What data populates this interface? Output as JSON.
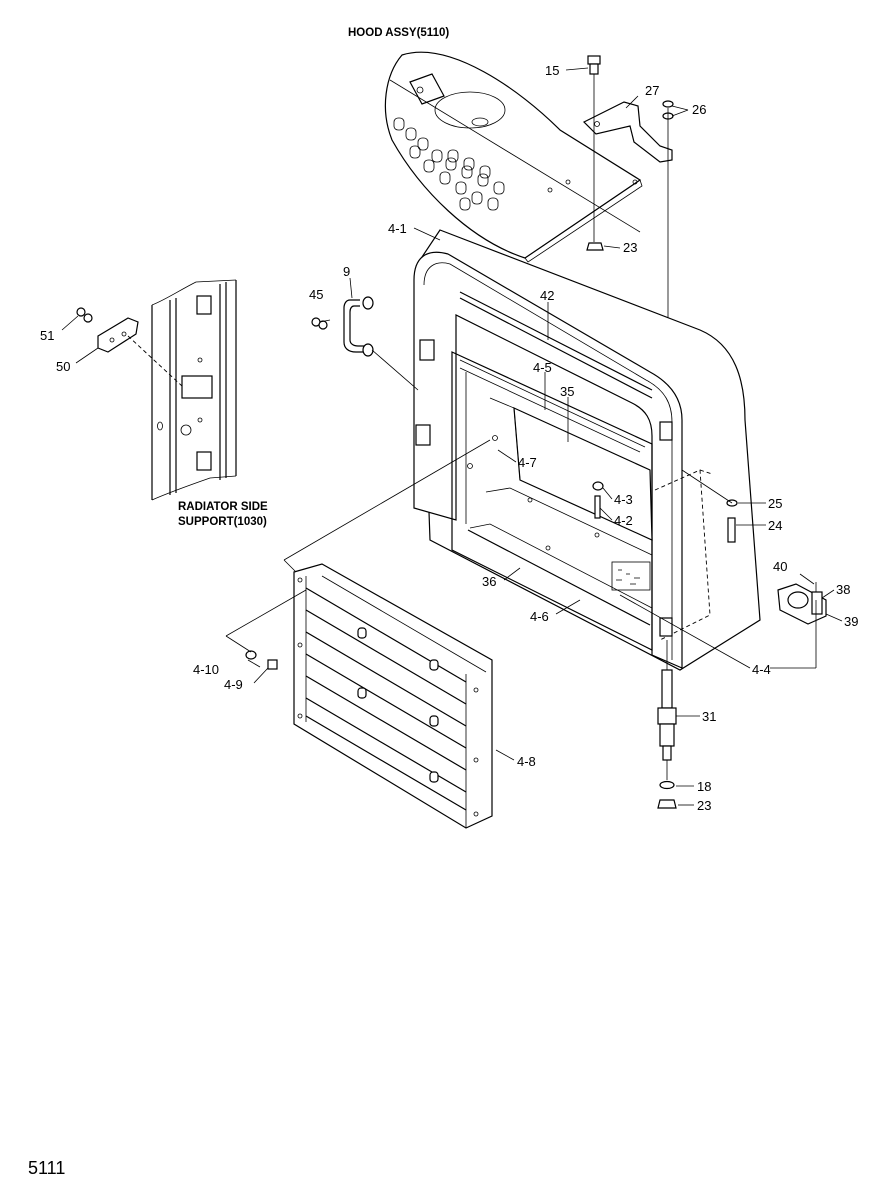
{
  "page": {
    "number": "5111"
  },
  "captions": {
    "hood": "HOOD ASSY(5110)",
    "radiator_line1": "RADIATOR SIDE",
    "radiator_line2": "SUPPORT(1030)"
  },
  "callouts": {
    "c15": "15",
    "c27": "27",
    "c26": "26",
    "c23a": "23",
    "c4_1": "4-1",
    "c9": "9",
    "c45": "45",
    "c42": "42",
    "c51": "51",
    "c50": "50",
    "c4_5": "4-5",
    "c35": "35",
    "c4_7": "4-7",
    "c4_3": "4-3",
    "c4_2": "4-2",
    "c25": "25",
    "c24": "24",
    "c36": "36",
    "c4_6": "4-6",
    "c40": "40",
    "c38": "38",
    "c39": "39",
    "c4_4": "4-4",
    "c4_10": "4-10",
    "c4_9": "4-9",
    "c31": "31",
    "c4_8": "4-8",
    "c18": "18",
    "c23b": "23"
  }
}
